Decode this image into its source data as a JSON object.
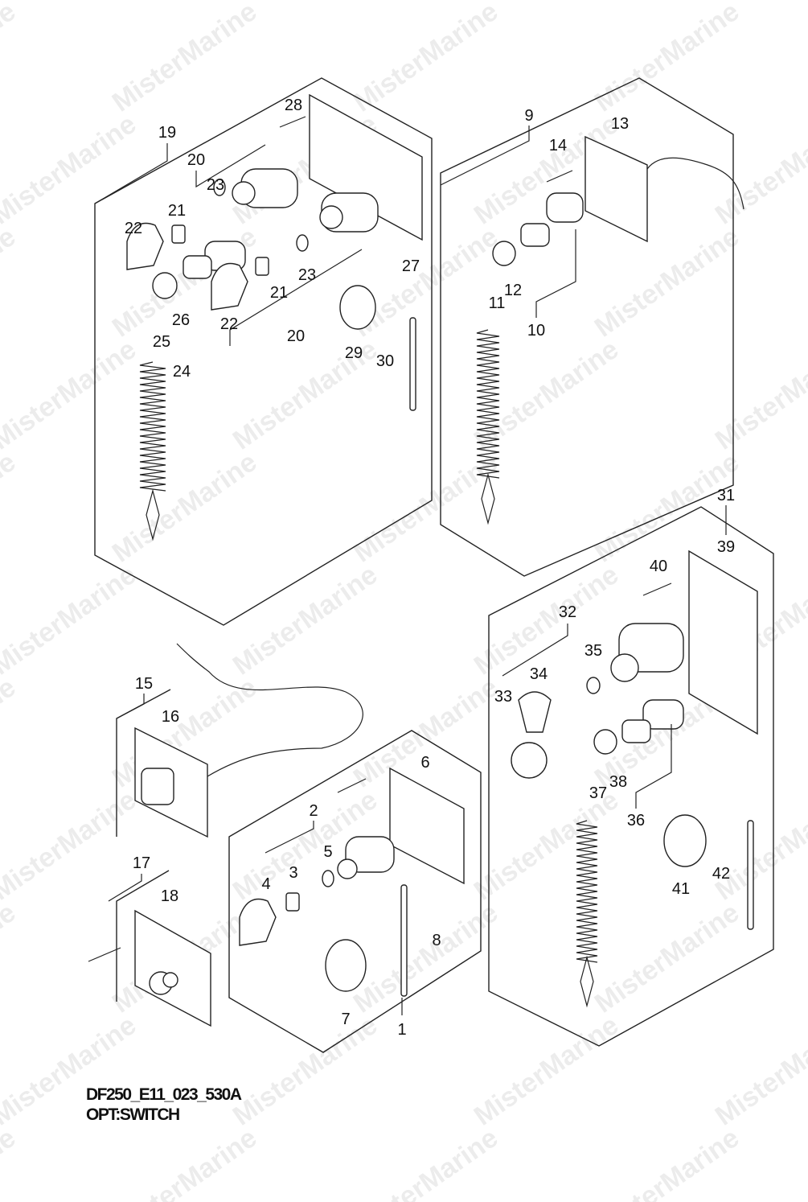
{
  "diagram": {
    "code": "DF250_E11_023_530A",
    "title": "OPT:SWITCH",
    "watermark": "MisterMarine",
    "labels": [
      "28",
      "19",
      "20",
      "23",
      "21",
      "22",
      "27",
      "21",
      "23",
      "26",
      "25",
      "22",
      "24",
      "20",
      "29",
      "30",
      "9",
      "13",
      "14",
      "12",
      "11",
      "10",
      "31",
      "39",
      "40",
      "32",
      "35",
      "34",
      "33",
      "38",
      "37",
      "36",
      "41",
      "42",
      "15",
      "16",
      "6",
      "2",
      "5",
      "4",
      "3",
      "8",
      "7",
      "1",
      "17",
      "18"
    ]
  }
}
